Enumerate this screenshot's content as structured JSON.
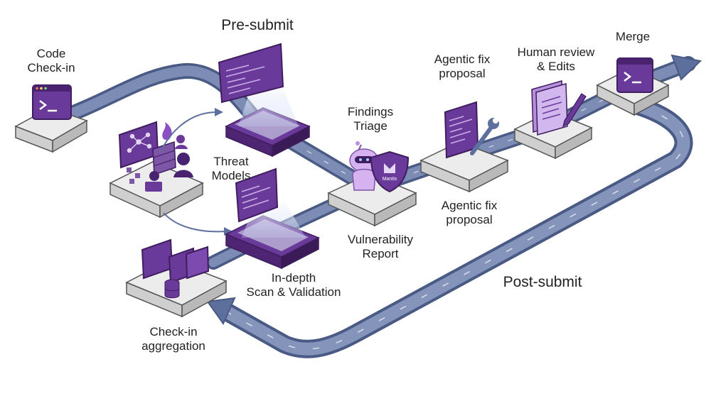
{
  "colors": {
    "accent_purple": "#5b2a86",
    "screen_purple": "#6a3a9a",
    "track_blue": "#5d6f9c",
    "platform_gray": "#e4e4e4"
  },
  "labels": {
    "code_checkin": "Code\nCheck-in",
    "pre_submit": "Pre-submit",
    "threat_models": "Threat\nModels",
    "findings_triage": "Findings\nTriage",
    "agentic_fix_top": "Agentic fix\nproposal",
    "human_review": "Human review\n& Edits",
    "merge": "Merge",
    "agentic_fix_bottom": "Agentic fix\nproposal",
    "vulnerability_report": "Vulnerability\nReport",
    "in_depth_scan": "In-depth\nScan & Validation",
    "post_submit": "Post-submit",
    "checkin_aggregation": "Check-in\naggregation",
    "mantis_badge": "Mantis"
  },
  "icons": [
    "terminal-icon",
    "wrench-icon",
    "document-pencil-icon",
    "robot-icon",
    "shield-icon",
    "hacker-icon",
    "database-icon",
    "firewall-icon"
  ]
}
